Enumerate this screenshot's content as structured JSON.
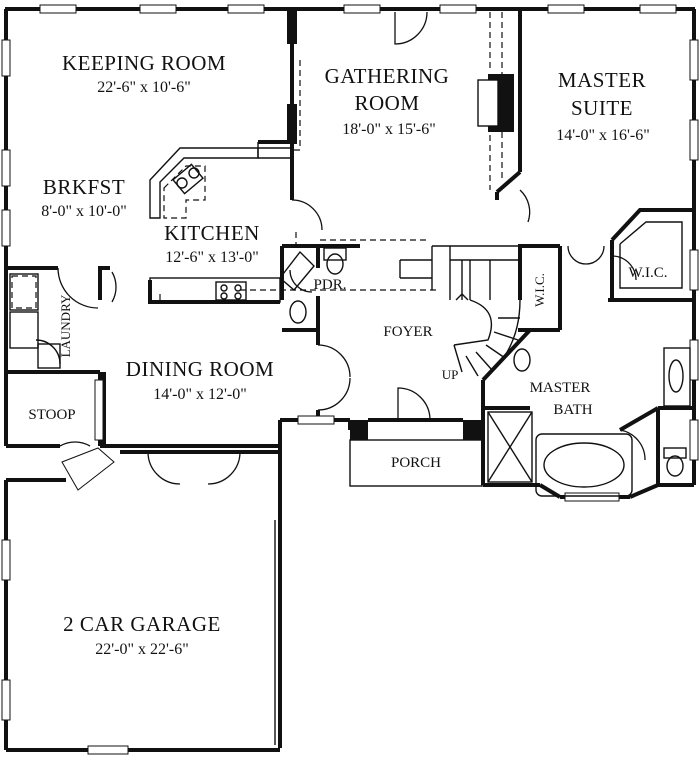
{
  "rooms": {
    "keeping_room": {
      "name": "KEEPING ROOM",
      "dims": "22'-6\" x 10'-6\""
    },
    "gathering_room": {
      "name_line1": "GATHERING",
      "name_line2": "ROOM",
      "dims": "18'-0\" x 15'-6\""
    },
    "master_suite": {
      "name_line1": "MASTER",
      "name_line2": "SUITE",
      "dims": "14'-0\" x 16'-6\""
    },
    "breakfast": {
      "name": "BRKFST",
      "dims": "8'-0\" x 10'-0\""
    },
    "kitchen": {
      "name": "KITCHEN",
      "dims": "12'-6\" x 13'-0\""
    },
    "laundry": {
      "name": "LAUNDRY"
    },
    "powder": {
      "name": "PDR."
    },
    "foyer": {
      "name": "FOYER"
    },
    "stair": {
      "label": "UP"
    },
    "wic_left": {
      "name": "W.I.C."
    },
    "wic_right": {
      "name": "W.I.C."
    },
    "dining_room": {
      "name": "DINING ROOM",
      "dims": "14'-0\" x 12'-0\""
    },
    "stoop": {
      "name": "STOOP"
    },
    "master_bath": {
      "name_line1": "MASTER",
      "name_line2": "BATH"
    },
    "porch": {
      "name": "PORCH"
    },
    "garage": {
      "name": "2 CAR GARAGE",
      "dims": "22'-0\" x 22'-6\""
    }
  }
}
